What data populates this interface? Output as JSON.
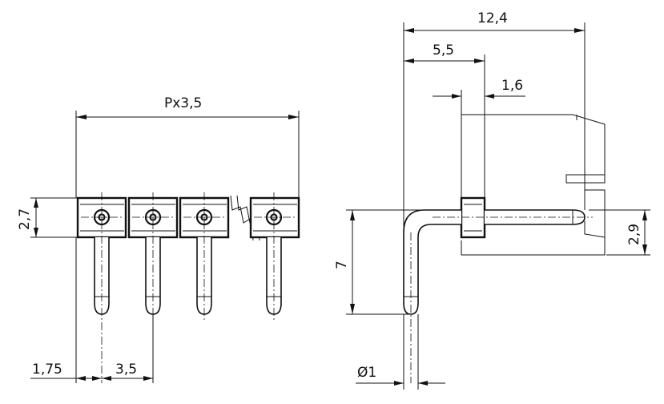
{
  "front_view": {
    "dim_pitch_total": "Px3,5",
    "dim_height": "2,7",
    "dim_edge": "1,75",
    "dim_pitch": "3,5"
  },
  "side_view": {
    "dim_overall": "12,4",
    "dim_depth": "5,5",
    "dim_collar": "1,6",
    "dim_pin_height": "2,9",
    "dim_leg": "7",
    "dim_diameter": "Ø1"
  }
}
